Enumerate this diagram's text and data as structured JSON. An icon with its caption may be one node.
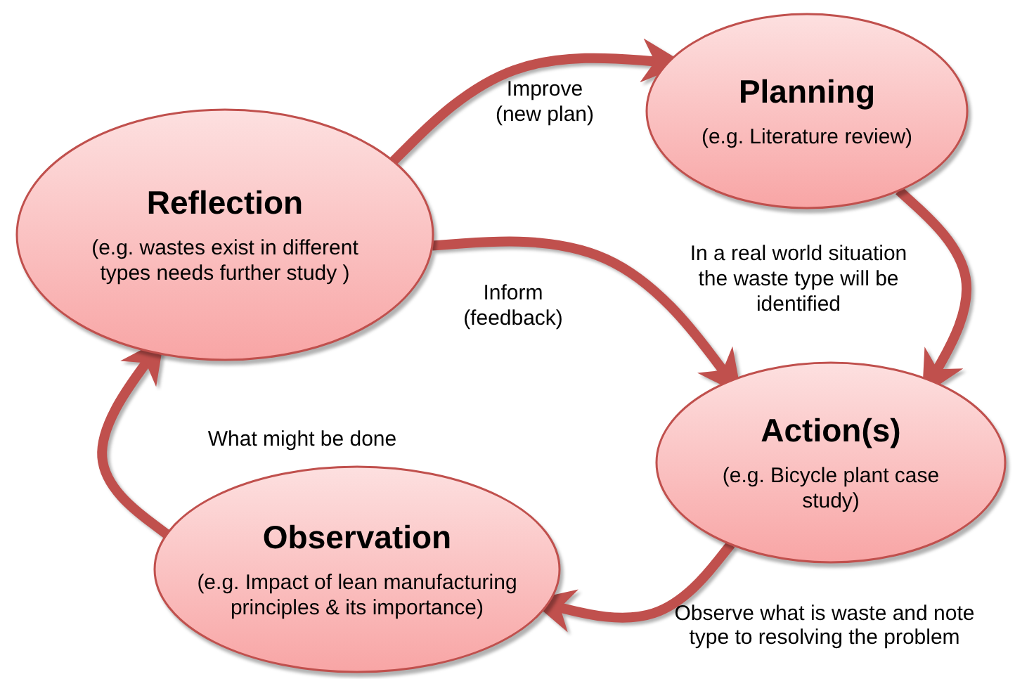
{
  "diagram": {
    "nodes": [
      {
        "text": [
          "Reflection",
          "(e.g. wastes exist in different types needs further study )"
        ]
      },
      {
        "text": [
          "Planning",
          "(e.g. Literature review)"
        ]
      },
      {
        "text": [
          "Action(s)",
          "(e.g. Bicycle plant case study)"
        ]
      },
      {
        "text": [
          "Observation",
          "(e.g. Impact of lean manufacturing principles & its importance)"
        ]
      }
    ],
    "edges": [
      {
        "from": 0,
        "to": 1,
        "arrow": "to",
        "label": "Improve (new plan)"
      },
      {
        "from": 1,
        "to": 2,
        "arrow": "to",
        "label": "In a real world situation the waste type will be identified"
      },
      {
        "from": 0,
        "to": 2,
        "arrow": "to",
        "label": "Inform (feedback)"
      },
      {
        "from": 2,
        "to": 3,
        "arrow": "to",
        "label": "Observe what is waste and note type to resolving the problem"
      },
      {
        "from": 3,
        "to": 0,
        "arrow": "to",
        "label": "What might be done"
      }
    ]
  }
}
